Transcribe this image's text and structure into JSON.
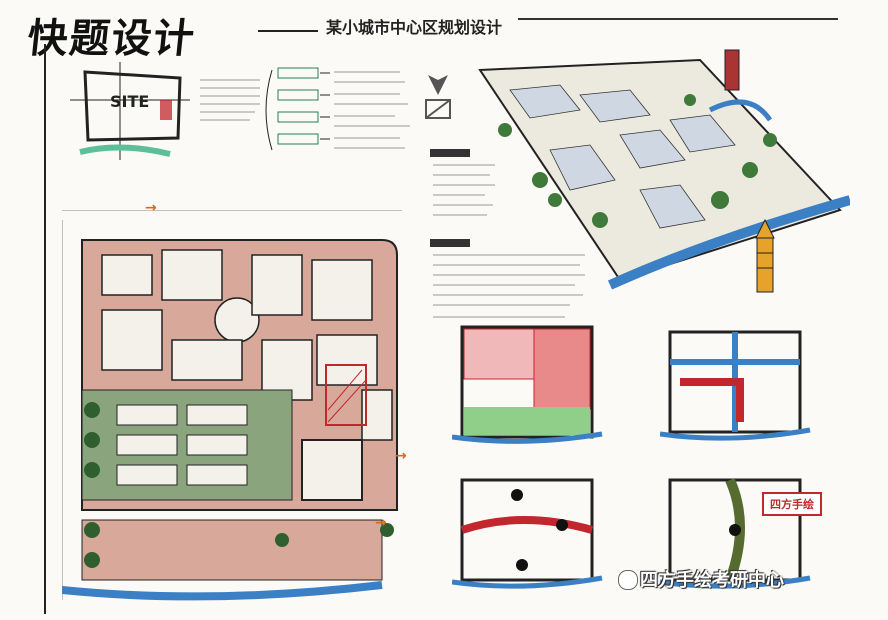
{
  "header": {
    "main_title": "快题设计",
    "subtitle": "某小城市中心区规划设计"
  },
  "site_box": {
    "label": "SITE"
  },
  "badge": {
    "label": "四方手绘"
  },
  "watermark": {
    "text": "四方手绘考研中心"
  },
  "colors": {
    "ink": "#222222",
    "brick": "#b5493a",
    "green": "#3f7a3a",
    "river": "#3b7fc4",
    "orange": "#e0651c",
    "red": "#b51c1c",
    "paper": "#fbfaf6"
  }
}
